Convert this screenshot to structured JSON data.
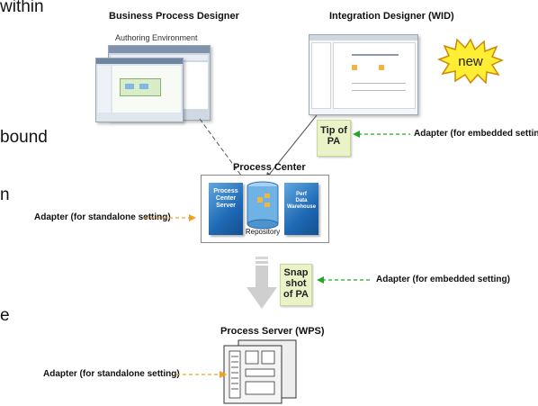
{
  "side_text": {
    "line1": "within",
    "line2": "bound",
    "line3": "n",
    "line4": "e"
  },
  "designers": {
    "bpd_title": "Business Process Designer",
    "bpd_caption": "Authoring Environment",
    "wid_title": "Integration Designer (WID)"
  },
  "badge": {
    "label": "new",
    "color": "#ffee33",
    "outline": "#cc8800"
  },
  "notes": {
    "tip": [
      "Tip of",
      "PA"
    ],
    "snapshot": [
      "Snap",
      "shot",
      "of PA"
    ]
  },
  "adapters": {
    "embedded_top": "Adapter (for embedded setting)",
    "standalone_mid": "Adapter (for standalone setting)",
    "embedded_bottom": "Adapter (for embedded setting)",
    "standalone_bottom": "Adapter (for standalone setting)"
  },
  "process_center": {
    "title": "Process Center",
    "server_label": [
      "Process",
      "Center",
      "Server"
    ],
    "repository_label": "Repository",
    "warehouse_label": [
      "Perf",
      "Data",
      "Warehouse"
    ]
  },
  "process_server": {
    "title": "Process Server (WPS)"
  },
  "colors": {
    "arrow_green": "#2aa32a",
    "arrow_orange": "#f0a020",
    "cube_blue": "#1e68b4"
  },
  "icons": {
    "green_arrow": "dashed-arrow-left",
    "orange_arrow": "dashed-arrow-right",
    "down_arrow": "block-arrow-down",
    "server_icon": "server-rack"
  }
}
